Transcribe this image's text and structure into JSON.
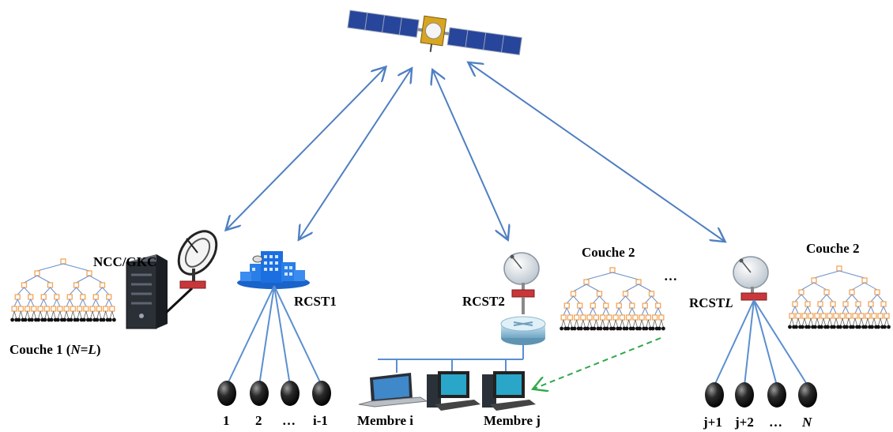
{
  "colors": {
    "link_arrow": "#4f7fc2",
    "lan_line": "#5b8fd0",
    "dashed_arrow": "#2ea84a",
    "tree_node": "#f2a65a",
    "tree_link": "#6a8fcc",
    "member_node": "#222222",
    "interface_red": "#c9373b",
    "building": "#1c6fe0",
    "server": "#2b2f36"
  },
  "icons": {
    "satellite": "satellite-icon",
    "dish": "satellite-dish-icon",
    "server": "server-icon",
    "building": "building-icon",
    "router": "router-icon",
    "laptop": "laptop-icon",
    "desktop": "desktop-computer-icon",
    "member": "member-node-icon",
    "tree": "key-tree-icon"
  },
  "labels": {
    "ncc": "NCC/GKC",
    "layer1_pre": "Couche 1 (",
    "layer1_n": "N",
    "layer1_eq": "=",
    "layer1_l": "L",
    "layer1_post": ")",
    "rcst1": "RCST1",
    "rcst2": "RCST2",
    "rcstl_pre": "RCST",
    "rcstl_l": "L",
    "couche2_a": "Couche 2",
    "couche2_b": "Couche 2",
    "ellipsis_tree": "…",
    "member_i": "Membre i",
    "member_j": "Membre j"
  },
  "members_left": [
    "1",
    "2",
    "…",
    "i-1"
  ],
  "members_right": [
    "j+1",
    "j+2",
    "…"
  ],
  "member_last": "N"
}
